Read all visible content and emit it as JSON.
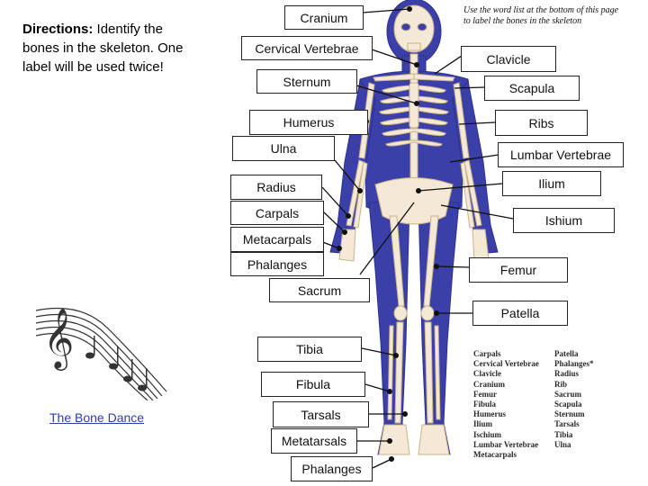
{
  "directions": {
    "heading": "Directions",
    "text": "Identify the bones in the skeleton.  One label will be used twice!"
  },
  "hint": "Use the word list at the bottom of this page to label the bones in the skeleton",
  "labels": {
    "cranium": "Cranium",
    "cervical_vertebrae": "Cervical Vertebrae",
    "clavicle": "Clavicle",
    "sternum": "Sternum",
    "scapula": "Scapula",
    "humerus": "Humerus",
    "ribs": "Ribs",
    "ulna": "Ulna",
    "lumbar_vertebrae": "Lumbar Vertebrae",
    "radius": "Radius",
    "ilium": "Ilium",
    "carpals": "Carpals",
    "ischium": "Ishium",
    "metacarpals": "Metacarpals",
    "phalanges_hand": "Phalanges",
    "femur": "Femur",
    "sacrum": "Sacrum",
    "patella": "Patella",
    "tibia": "Tibia",
    "fibula": "Fibula",
    "tarsals": "Tarsals",
    "metatarsals": "Metatarsals",
    "phalanges_foot": "Phalanges"
  },
  "word_list": {
    "col1": [
      "Carpals",
      "Cervical Vertebrae",
      "Clavicle",
      "Cranium",
      "Femur",
      "Fibula",
      "Humerus",
      "Ilium",
      "Ischium",
      "Lumbar Vertebrae",
      "Metacarpals"
    ],
    "col2": [
      "Patella",
      "Phalanges*",
      "Radius",
      "Rib",
      "Sacrum",
      "Scapula",
      "Sternum",
      "Tarsals",
      "Tibia",
      "Ulna"
    ]
  },
  "link_text": "The Bone Dance",
  "colors": {
    "skeleton_fill": "#3b3fa8",
    "bone": "#f3e9d6",
    "bone_shade": "#dcc9a5",
    "link": "#2a3fb0"
  }
}
